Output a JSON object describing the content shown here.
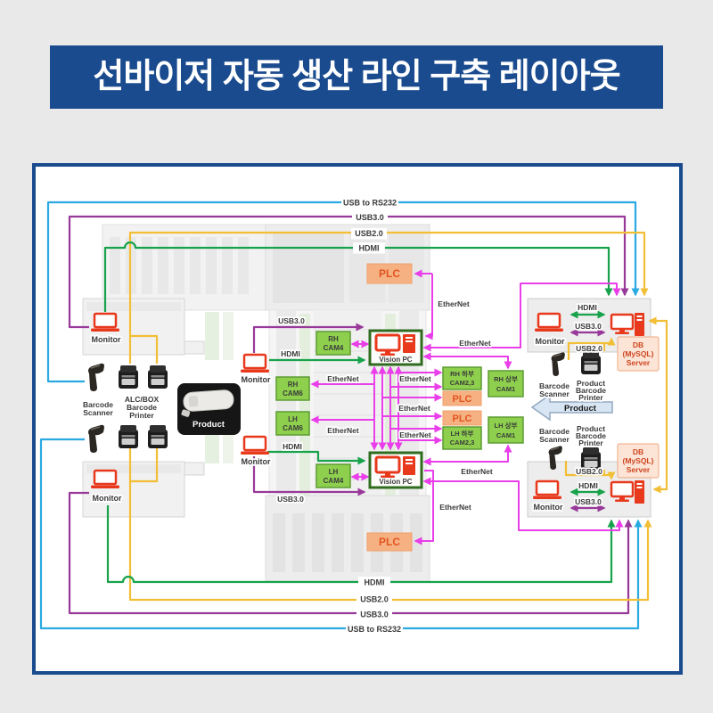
{
  "title": "선바이저 자동 생산 라인 구축 레이아웃",
  "colors": {
    "banner_bg": "#1a4b8e",
    "diagram_border": "#1a4b8e",
    "usb_rs232_line": "#2BA9E1",
    "usb3_line": "#98399A",
    "usb2_line": "#F2BE35",
    "hdmi_line": "#17A24B",
    "ethernet_line": "#E93EE9",
    "cam_box": "#8ED04E",
    "plc_box": "#F6B183",
    "plc_text": "#E2541F",
    "db_box": "#FCE4D6",
    "db_text": "#CF4620",
    "device_red": "#E8391D",
    "vision_pc_border": "#2F6C1F",
    "product_arrow_fill": "#D8E6F4"
  },
  "bus": {
    "usb_rs232": "USB to RS232",
    "usb3": "USB3.0",
    "usb2": "USB2.0",
    "hdmi": "HDMI"
  },
  "net": {
    "ethernet": "EtherNet"
  },
  "nodes": {
    "monitor": "Monitor",
    "vision_pc": "Vision PC",
    "plc": "PLC",
    "product": "Product",
    "barcode_scanner": [
      "Barcode",
      "Scanner"
    ],
    "alc_printer": [
      "ALC/BOX",
      "Barcode",
      "Printer"
    ],
    "product_printer": [
      "Product",
      "Barcode",
      "Printer"
    ],
    "db_server": [
      "DB",
      "(MySQL)",
      "Server"
    ],
    "cams": {
      "rh_cam4": [
        "RH",
        "CAM4"
      ],
      "rh_cam6": [
        "RH",
        "CAM6"
      ],
      "lh_cam6": [
        "LH",
        "CAM6"
      ],
      "lh_cam4": [
        "LH",
        "CAM4"
      ],
      "rh_lower": [
        "RH 하부",
        "CAM2,3"
      ],
      "rh_upper": [
        "RH 상부",
        "CAM1"
      ],
      "lh_lower": [
        "LH 하부",
        "CAM2,3"
      ],
      "lh_upper": [
        "LH 상부",
        "CAM1"
      ]
    }
  }
}
